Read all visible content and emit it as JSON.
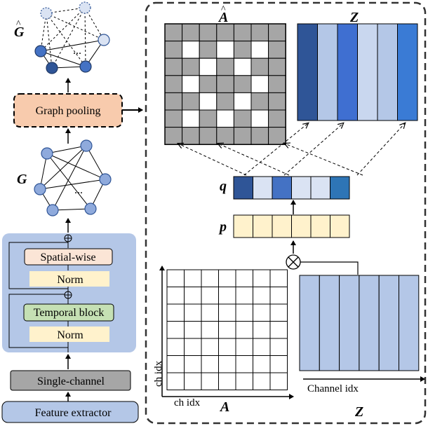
{
  "left": {
    "g_hat_label": "G",
    "g_hat_hat": "^",
    "graph_pooling": "Graph pooling",
    "g_label": "G",
    "ellipsis": "...",
    "spatial_wise": "Spatial-wise",
    "norm_top": "Norm",
    "temporal_block": "Temporal block",
    "norm_bottom": "Norm",
    "plus_symbol": "⊕",
    "single_channel": "Single-channel",
    "feature_extractor": "Feature extractor"
  },
  "right": {
    "a_hat_label": "A",
    "a_hat_hat": "^",
    "z_label_top": "Z",
    "q_label": "q",
    "p_label": "p",
    "otimes": "⊗",
    "ch_idx_y": "ch idx",
    "ch_idx_x": "ch idx",
    "a_label_bottom": "A",
    "channel_idx": "Channel idx",
    "z_label_bottom": "Z"
  },
  "colors": {
    "gray_cell": "#a6a6a6",
    "pooling_fill": "#f8cbad",
    "blue_panel": "#b4c7e7",
    "spatial_fill": "#fbe5d6",
    "norm_fill": "#fff2cc",
    "temporal_fill": "#c5e0b4",
    "single_fill": "#a6a6a6",
    "feature_fill": "#b4c7e7",
    "z_bar_fill": "#b4c7e7",
    "node_dark": "#2f5597",
    "node_mid": "#4472c4",
    "node_light": "#dae3f3"
  },
  "a_hat_pattern": [
    [
      1,
      1,
      1,
      1,
      1,
      1,
      1
    ],
    [
      1,
      0,
      1,
      0,
      1,
      0,
      1
    ],
    [
      1,
      1,
      0,
      1,
      0,
      1,
      1
    ],
    [
      1,
      0,
      1,
      1,
      1,
      0,
      1
    ],
    [
      1,
      1,
      0,
      1,
      0,
      1,
      1
    ],
    [
      1,
      0,
      1,
      0,
      1,
      0,
      1
    ],
    [
      1,
      1,
      1,
      1,
      1,
      1,
      1
    ]
  ],
  "z_colors": [
    "#2f5597",
    "#b4c7e7",
    "#3f6fd1",
    "#c9d7ef",
    "#b4c7e7",
    "#3a7bd5"
  ],
  "q_colors": [
    "#2f5597",
    "#dae3f3",
    "#4472c4",
    "#dae3f3",
    "#dae3f3",
    "#2e75b6"
  ],
  "p_colors": [
    "#fff2cc",
    "#fff2cc",
    "#fff2cc",
    "#fff2cc",
    "#fff2cc",
    "#fff2cc"
  ]
}
